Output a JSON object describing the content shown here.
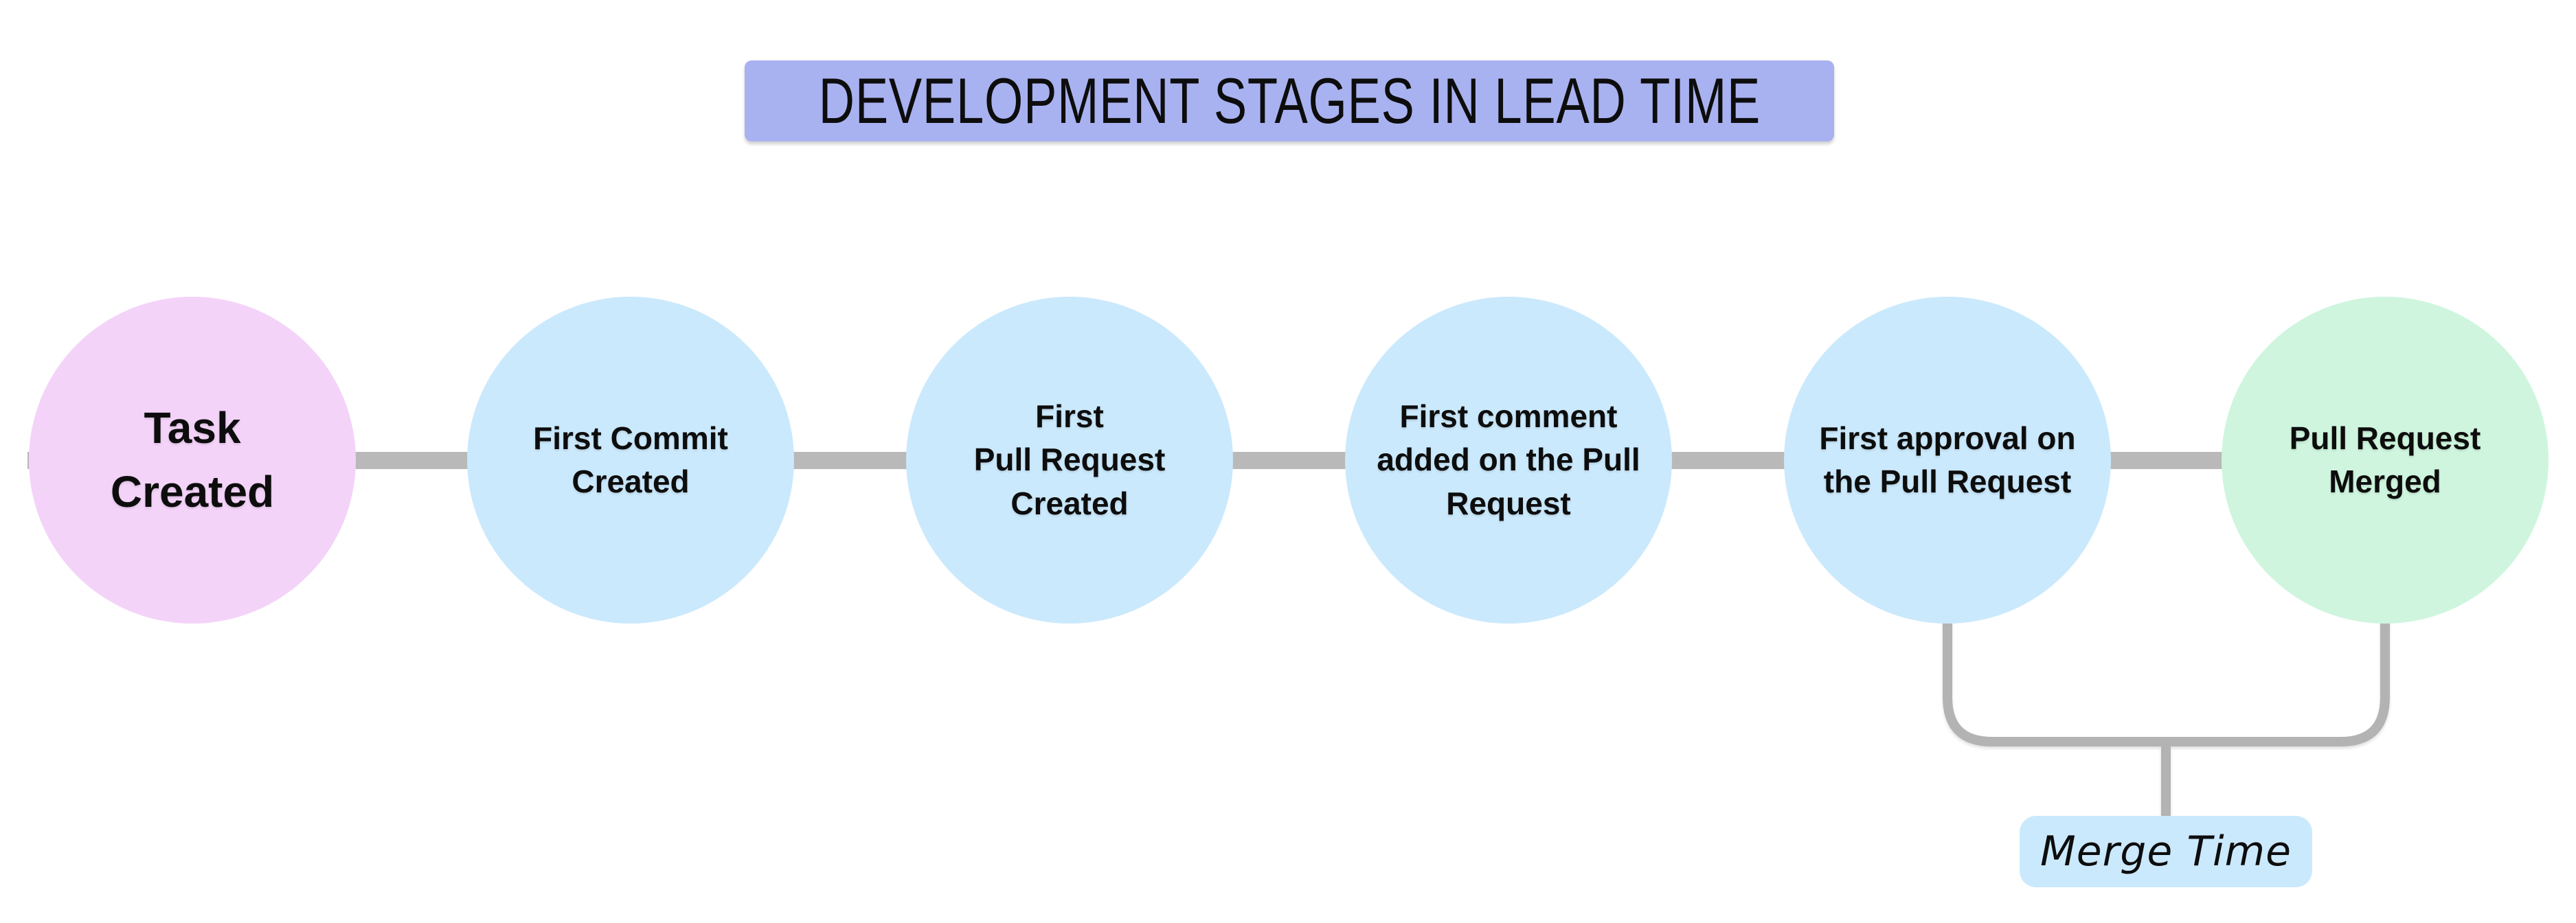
{
  "title": {
    "text": "DEVELOPMENT STAGES IN LEAD TIME",
    "bg_color": "#a9b2f0"
  },
  "stages": [
    {
      "label": "Task\nCreated",
      "color": "#f4d3f9"
    },
    {
      "label": "First Commit\nCreated",
      "color": "#cbe9fc"
    },
    {
      "label": "First\nPull Request\nCreated",
      "color": "#cbe9fc"
    },
    {
      "label": "First comment\nadded on the Pull\nRequest",
      "color": "#cbe9fc"
    },
    {
      "label": "First approval on\nthe Pull Request",
      "color": "#cbe9fc"
    },
    {
      "label": "Pull Request\nMerged",
      "color": "#cff5de"
    }
  ],
  "annotation": {
    "label": "Merge Time",
    "bg_color": "#cbe9fd",
    "connects": [
      "First approval on the Pull Request",
      "Pull Request Merged"
    ]
  },
  "colors": {
    "connector": "#b9b9b9",
    "bracket": "#b3b3b3",
    "text": "#0d0d0d",
    "background": "#ffffff"
  }
}
